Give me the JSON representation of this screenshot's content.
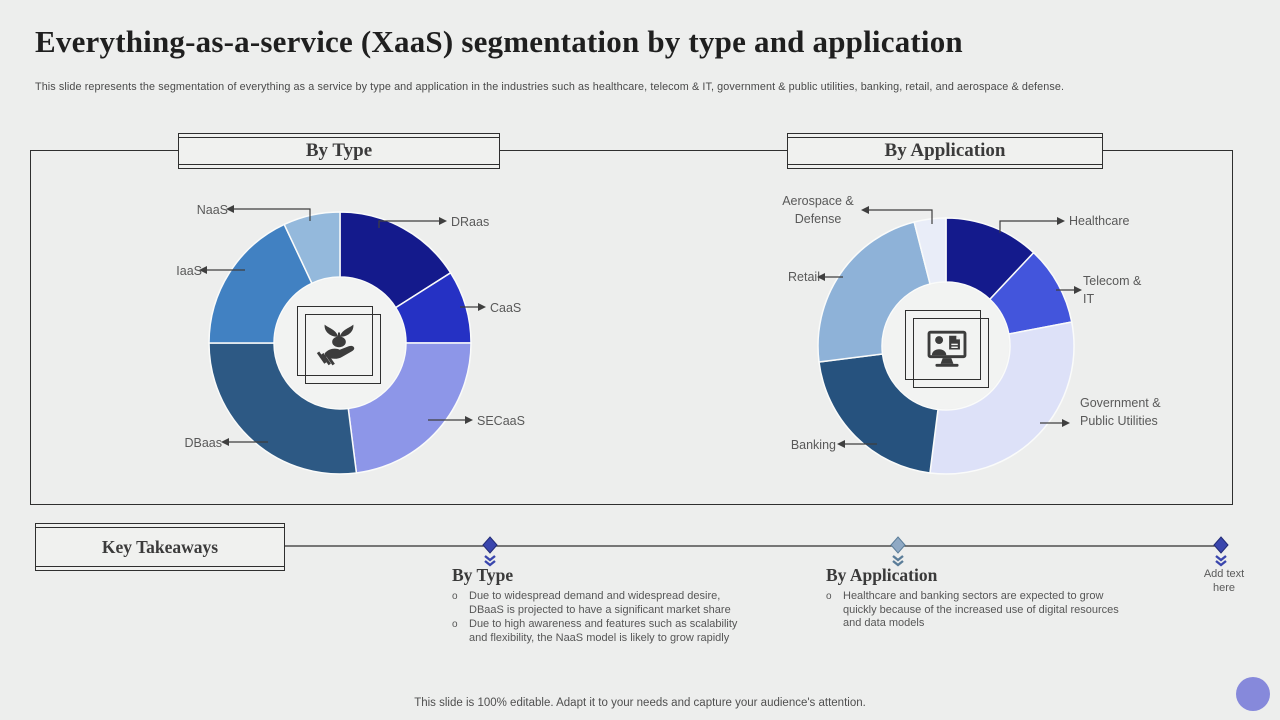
{
  "slide": {
    "title": "Everything-as-a-service (XaaS) segmentation by type and application",
    "subtitle": "This slide represents the segmentation of everything as a service by type and application in the industries such as healthcare, telecom & IT, government & public utilities, banking, retail, and aerospace & defense.",
    "footer": "This slide is 100% editable. Adapt it to your needs and capture your audience's attention."
  },
  "colors": {
    "background": "#edeeed",
    "frame_border": "#2f2f2f",
    "leader_line": "#3f3f3f",
    "label_text": "#595959",
    "timeline_marker_indigo": "#3a46ad",
    "timeline_marker_gray_blue": "#8fa9c4",
    "corner_circle": "#8689db"
  },
  "chart_data": [
    {
      "type": "pie",
      "subtype": "donut",
      "title": "By Type",
      "center_icon": "plant-in-hand-icon",
      "legend_position": "callout-labels",
      "segments": [
        {
          "name": "DRaas",
          "value": 16,
          "color": "#141a8c"
        },
        {
          "name": "CaaS",
          "value": 9,
          "color": "#2531c4"
        },
        {
          "name": "SECaaS",
          "value": 23,
          "color": "#8d96e8"
        },
        {
          "name": "DBaas",
          "value": 27,
          "color": "#2d5984"
        },
        {
          "name": "IaaS",
          "value": 18,
          "color": "#4181c2"
        },
        {
          "name": "NaaS",
          "value": 7,
          "color": "#94b9dc"
        }
      ]
    },
    {
      "type": "pie",
      "subtype": "donut",
      "title": "By Application",
      "center_icon": "monitor-user-report-icon",
      "legend_position": "callout-labels",
      "segments": [
        {
          "name": "Healthcare",
          "value": 12,
          "color": "#141a8c"
        },
        {
          "name": "Telecom & IT",
          "value": 10,
          "color": "#4355dc"
        },
        {
          "name": "Government & Public Utilities",
          "value": 30,
          "color": "#dde1f8"
        },
        {
          "name": "Banking",
          "value": 21,
          "color": "#26527e"
        },
        {
          "name": "Retail",
          "value": 23,
          "color": "#8eb2d8"
        },
        {
          "name": "Aerospace & Defense",
          "value": 4,
          "color": "#e9edf8"
        }
      ]
    }
  ],
  "key_takeaways": {
    "box_label": "Key Takeaways",
    "bullet_marker": "o",
    "sections": [
      {
        "heading": "By Type",
        "bullets": [
          "Due to widespread demand and widespread desire, DBaaS is projected to have a significant market share",
          "Due to high awareness and features such as scalability and flexibility, the NaaS model is likely to grow rapidly"
        ]
      },
      {
        "heading": "By Application",
        "bullets": [
          "Healthcare and banking sectors are expected to grow quickly because of the increased use of digital resources and data models"
        ]
      },
      {
        "heading": "Add text here",
        "bullets": []
      }
    ]
  }
}
